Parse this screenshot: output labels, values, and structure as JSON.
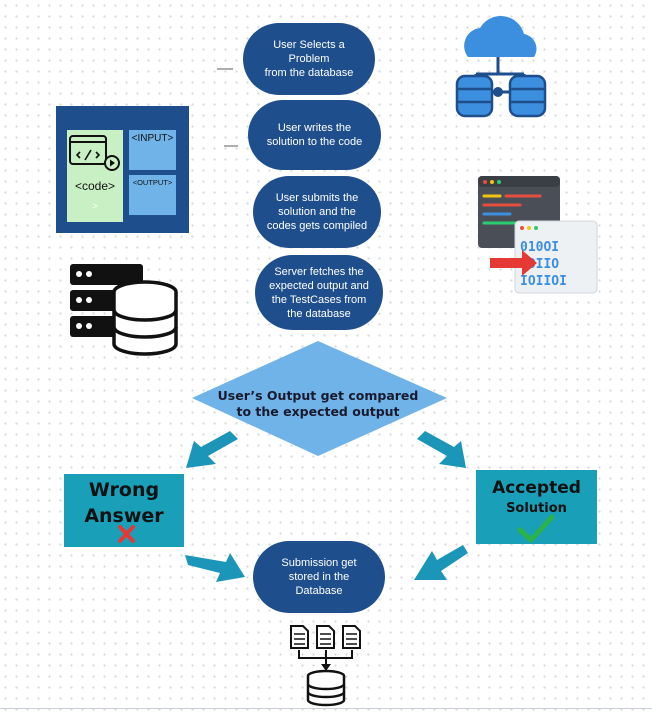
{
  "steps": {
    "select": "User Selects a\nProblem\nfrom the database",
    "write": "User writes the\nsolution to the code",
    "submit": "User submits the\nsolution and the\ncodes gets compiled",
    "fetch": "Server fetches the\nexpected output and\nthe TestCases from\nthe database",
    "compare": "User’s Output get compared\nto the expected output",
    "store": "Submission get\nstored in the\nDatabase"
  },
  "outcomes": {
    "wrong_line1": "Wrong",
    "wrong_line2": "Answer",
    "accepted_line1": "Accepted",
    "accepted_line2": "Solution"
  },
  "code_panel": {
    "code": "<code>",
    "code_tail": ">",
    "input": "<INPUT>",
    "output": "<OUTPUT>"
  },
  "icons": [
    "cloud-database-icon",
    "code-editor-icon",
    "server-database-icon",
    "code-compile-icon",
    "documents-to-database-icon",
    "cross-icon",
    "check-icon"
  ],
  "colors": {
    "step_fill": "#1f4e8c",
    "decision_fill": "#6fb3e8",
    "arrow": "#1b95b8",
    "wrong_fill": "#1a9fb9",
    "accepted_fill": "#1a9fb9",
    "code_panel": "#1f4e8c",
    "cross": "#e53935",
    "check": "#2bb34a"
  }
}
